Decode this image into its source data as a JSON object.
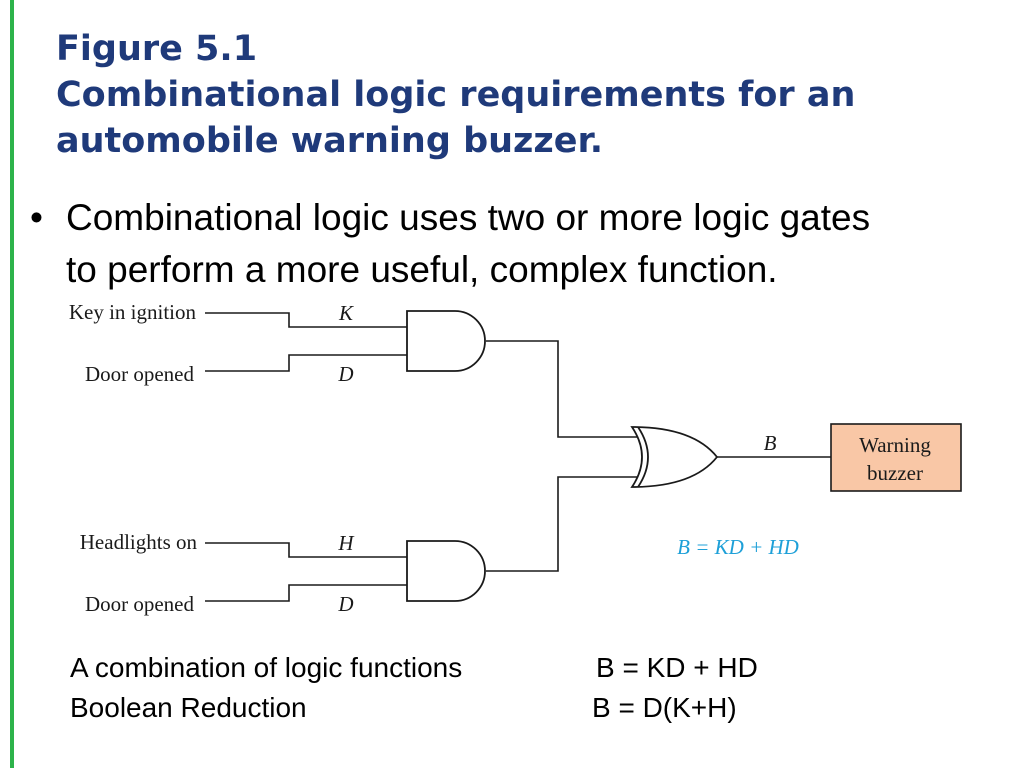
{
  "title": {
    "line1": "Figure 5.1",
    "line2": "Combinational logic requirements for an",
    "line3": "automobile warning buzzer."
  },
  "bullet": {
    "symbol": "•",
    "line1": "Combinational logic uses two or more logic gates",
    "line2": "to perform a more useful, complex function."
  },
  "diagram": {
    "inputs": [
      {
        "label": "Key in ignition",
        "var": "K"
      },
      {
        "label": "Door opened",
        "var": "D"
      },
      {
        "label": "Headlights on",
        "var": "H"
      },
      {
        "label": "Door opened",
        "var": "D"
      }
    ],
    "output_var": "B",
    "output_box": {
      "line1": "Warning",
      "line2": "buzzer"
    },
    "equation": "B = KD + HD",
    "equation_color": "#1ea0d8",
    "box_fill": "#f9c7a6"
  },
  "reduction": {
    "row1": {
      "label": "A combination of logic functions",
      "eq": "B = KD + HD"
    },
    "row2": {
      "label": "Boolean Reduction",
      "eq": "B = D(K+H)"
    }
  },
  "colors": {
    "title": "#1f3a7a",
    "accent_bar": "#2db34a"
  }
}
